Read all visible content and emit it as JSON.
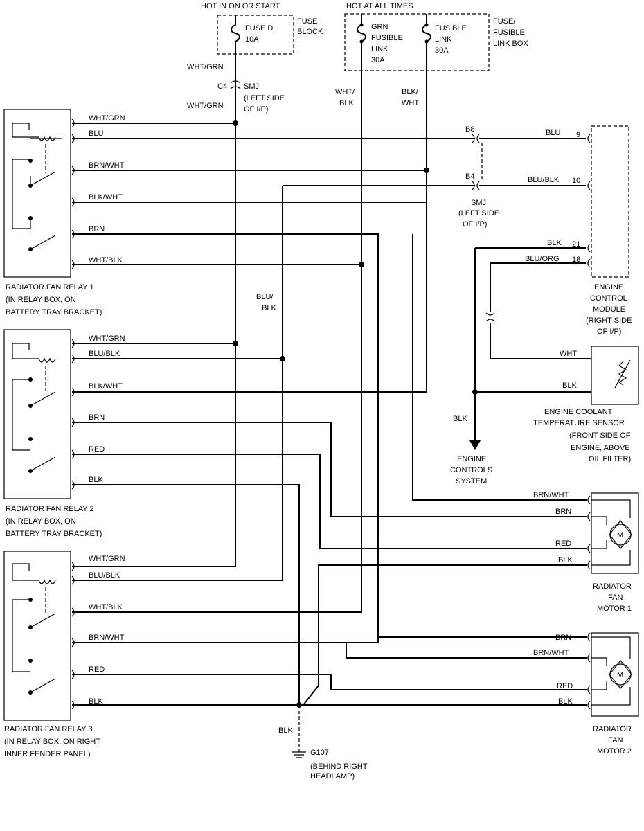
{
  "top": {
    "hot_on": "HOT IN ON OR START",
    "hot_all": "HOT AT ALL TIMES",
    "fuse_block": [
      "FUSE",
      "BLOCK"
    ],
    "fuse_d": [
      "FUSE D",
      "10A"
    ],
    "grn_link": [
      "GRN",
      "FUSIBLE",
      "LINK",
      "30A"
    ],
    "fusible_link": [
      "FUSIBLE",
      "LINK",
      "30A"
    ],
    "link_box": [
      "FUSE/",
      "FUSIBLE",
      "LINK BOX"
    ]
  },
  "smj_top": {
    "c4": "C4",
    "smj": "SMJ",
    "loc": [
      "(LEFT SIDE",
      "OF I/P)"
    ]
  },
  "smj_mid": {
    "b8": "B8",
    "b4": "B4",
    "smj": "SMJ",
    "loc": [
      "(LEFT SIDE",
      "OF I/P)"
    ]
  },
  "wires": {
    "wht_grn": "WHT/GRN",
    "wht_blk": "WHT/BLK",
    "blk_wht": "BLK/WHT",
    "blu": "BLU",
    "blu_blk": "BLU/BLK",
    "brn_wht": "BRN/WHT",
    "brn": "BRN",
    "red": "RED",
    "blk": "BLK",
    "blu_org": "BLU/ORG",
    "wht": "WHT",
    "blu_blk_vert": [
      "BLU/",
      "BLK"
    ],
    "wht_blk_vert": [
      "WHT/",
      "BLK"
    ],
    "blk_wht_vert": [
      "BLK/",
      "WHT"
    ]
  },
  "ecm": {
    "pins": [
      "9",
      "10",
      "21",
      "18"
    ],
    "label": [
      "ENGINE",
      "CONTROL",
      "MODULE",
      "(RIGHT SIDE",
      "OF I/P)"
    ]
  },
  "coolant_sensor": [
    "ENGINE COOLANT",
    "TEMPERATURE SENSOR",
    "(FRONT SIDE OF",
    "ENGINE, ABOVE",
    "OIL FILTER)"
  ],
  "engine_controls": [
    "ENGINE",
    "CONTROLS",
    "SYSTEM"
  ],
  "relay1": [
    "RADIATOR FAN RELAY 1",
    "(IN RELAY BOX, ON",
    "BATTERY TRAY BRACKET)"
  ],
  "relay2": [
    "RADIATOR FAN RELAY 2",
    "(IN RELAY BOX, ON",
    "BATTERY TRAY BRACKET)"
  ],
  "relay3": [
    "RADIATOR FAN RELAY 3",
    "(IN RELAY BOX, ON RIGHT",
    "INNER FENDER PANEL)"
  ],
  "motor1": [
    "RADIATOR",
    "FAN",
    "MOTOR 1"
  ],
  "motor2": [
    "RADIATOR",
    "FAN",
    "MOTOR 2"
  ],
  "motor_symbol": "M",
  "ground": {
    "id": "G107",
    "loc": [
      "(BEHIND RIGHT",
      "HEADLAMP)"
    ]
  }
}
